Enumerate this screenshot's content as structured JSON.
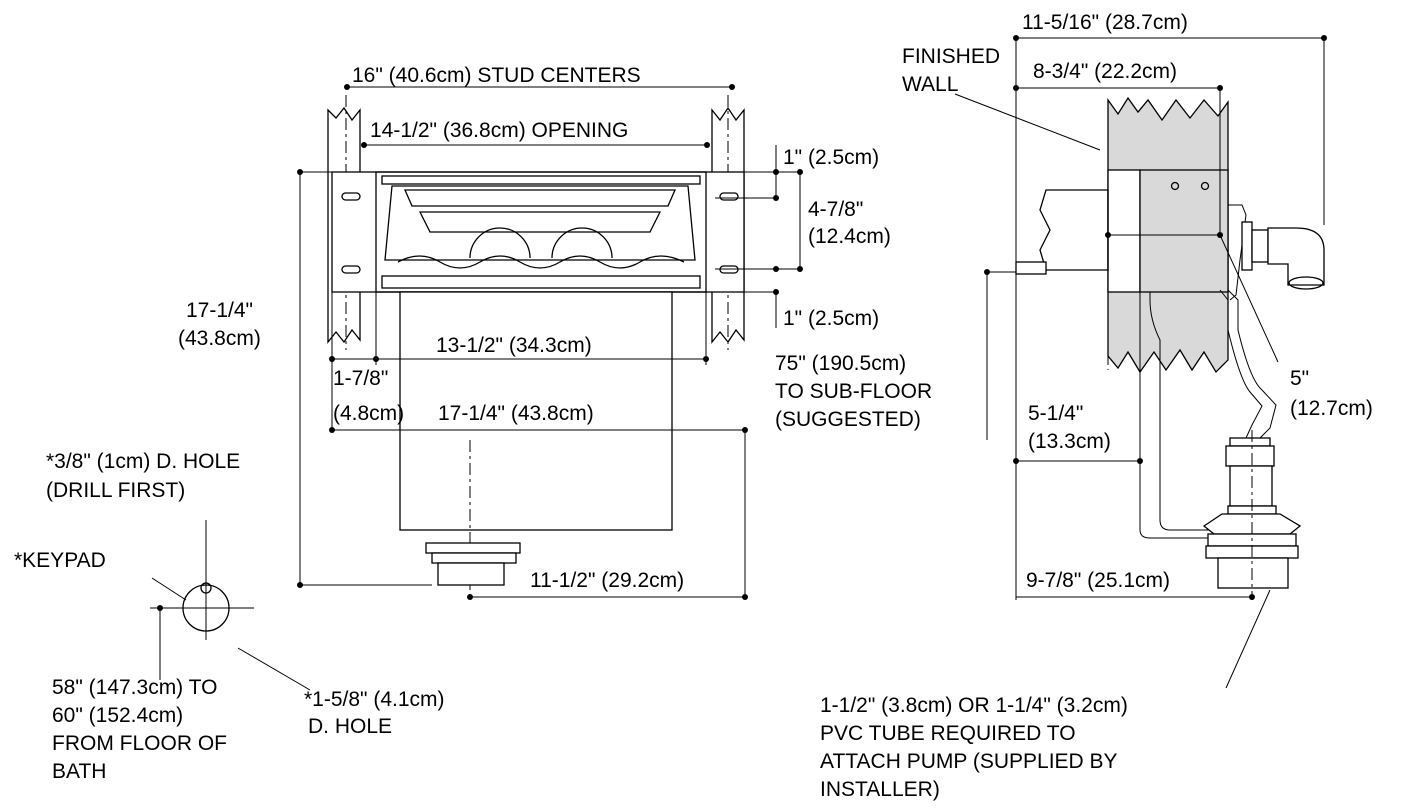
{
  "front_view": {
    "stud_centers": "16\" (40.6cm) STUD CENTERS",
    "opening": "14-1/2\" (36.8cm) OPENING",
    "top_gap": "1\" (2.5cm)",
    "mount_spacing_1": "4-7/8\"",
    "mount_spacing_2": "(12.4cm)",
    "bottom_gap": "1\" (2.5cm)",
    "height_1": "17-1/4\"",
    "height_2": "(43.8cm)",
    "inner_width": "13-1/2\" (34.3cm)",
    "flange_1": "1-7/8\"",
    "flange_2": "(4.8cm)",
    "overall_width": "17-1/4\" (43.8cm)",
    "drain_offset": "11-1/2\" (29.2cm)"
  },
  "keypad_detail": {
    "small_hole_1": "*3/8\" (1cm) D. HOLE",
    "small_hole_2": "(DRILL FIRST)",
    "keypad": "*KEYPAD",
    "large_hole_1": "*1-5/8\" (4.1cm)",
    "large_hole_2": "D. HOLE",
    "height_1": "58\" (147.3cm) TO",
    "height_2": "60\" (152.4cm)",
    "height_3": "FROM FLOOR OF",
    "height_4": "BATH"
  },
  "side_view": {
    "overall_depth": "11-5/16\" (28.7cm)",
    "finished_wall_1": "FINISHED",
    "finished_wall_2": "WALL",
    "depth_to_wall": "8-3/4\" (22.2cm)",
    "subfloor_1": "75\" (190.5cm)",
    "subfloor_2": "TO SUB-FLOOR",
    "subfloor_3": "(SUGGESTED)",
    "outlet_depth_1": "5\"",
    "outlet_depth_2": "(12.7cm)",
    "pipe_depth_1": "5-1/4\"",
    "pipe_depth_2": "(13.3cm)",
    "drain_depth": "9-7/8\" (25.1cm)",
    "pvc_1": "1-1/2\" (3.8cm) OR 1-1/4\" (3.2cm)",
    "pvc_2": "PVC TUBE REQUIRED TO",
    "pvc_3": "ATTACH PUMP (SUPPLIED BY",
    "pvc_4": "INSTALLER)"
  }
}
